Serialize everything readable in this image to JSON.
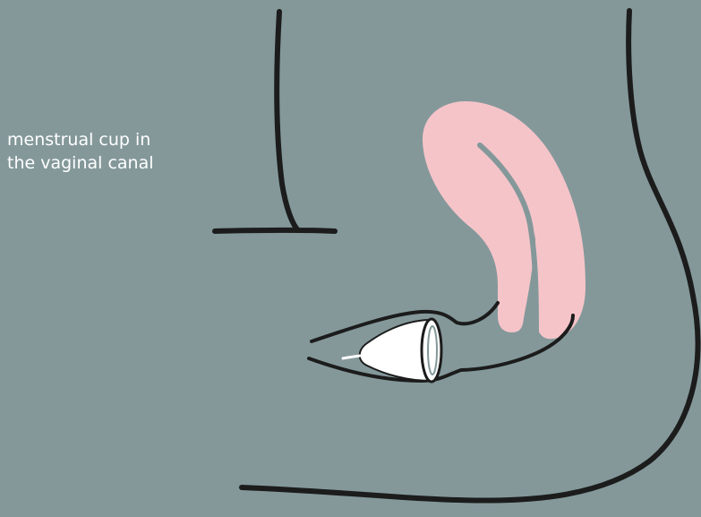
{
  "label": {
    "lines": [
      "menstrual cup in",
      "the vaginal canal"
    ]
  },
  "colors": {
    "background": "#84989a",
    "outline": "#1c1c1c",
    "uterus": "#f5c4c9",
    "cup": "#ffffff",
    "label_text": "#ffffff"
  },
  "icons": {
    "pointer": "label-pointer-line",
    "uterus": "uterus-shape",
    "canal": "vaginal-canal-outline",
    "cup": "menstrual-cup-icon"
  }
}
